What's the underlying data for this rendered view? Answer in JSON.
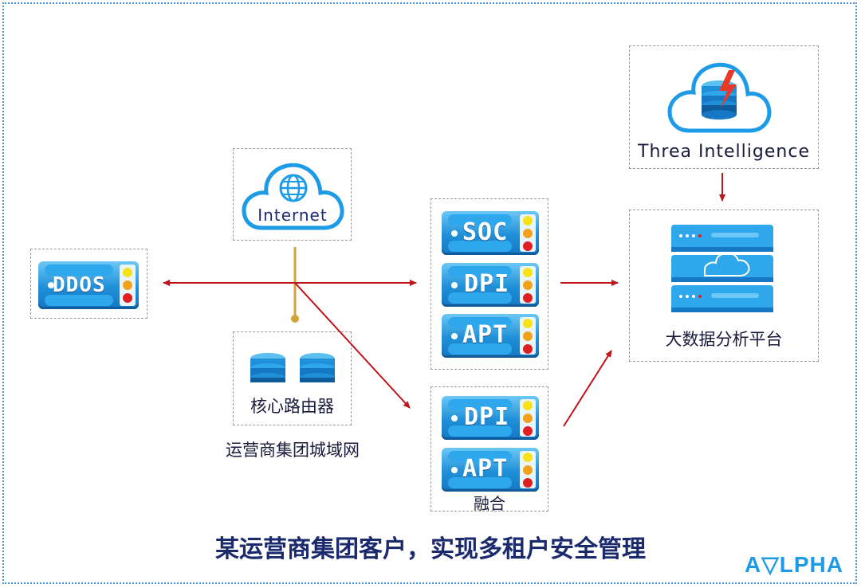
{
  "nodes": {
    "internet_label": "Internet",
    "core_router_label": "核心路由器",
    "metro_network_label": "运营商集团城域网",
    "threat_intel_label": "Threa Intelligence",
    "bigdata_label": "大数据分析平台",
    "fusion_label": "融合"
  },
  "servers": {
    "ddos": "DDOS",
    "soc": "SOC",
    "dpi_top": "DPI",
    "apt_top": "APT",
    "dpi_bottom": "DPI",
    "apt_bottom": "APT"
  },
  "footer": {
    "title": "某运营商集团客户，实现多租户安全管理",
    "logo": "A▽LPHA"
  },
  "colors": {
    "arrow": "#c0141c",
    "link": "#d4a23a",
    "accent": "#1e9be6",
    "title": "#1a2a6c"
  }
}
